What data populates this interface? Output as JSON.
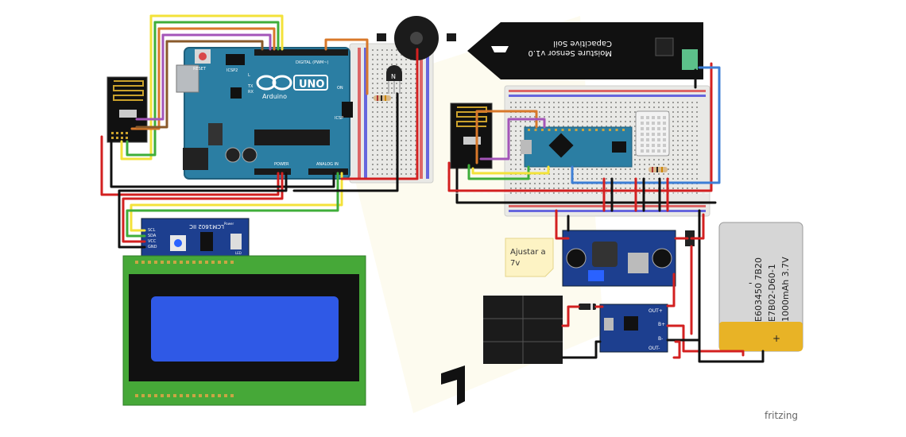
{
  "arduino": {
    "brand": "Arduino",
    "model": "UNO",
    "reset_label": "RESET",
    "icsp2_label": "ICSP2",
    "icsp_label": "ICSP",
    "digital_label": "DIGITAL (PWM~)",
    "power_label": "POWER",
    "analog_label": "ANALOG IN",
    "tx_label": "TX",
    "rx_label": "RX",
    "l_label": "L",
    "on_label": "ON"
  },
  "lcd_module": {
    "chip_label": "LCM1602 IIC",
    "pins": [
      "SCL",
      "SDA",
      "VCC",
      "GND"
    ],
    "led_label": "LED",
    "power_label": "Power"
  },
  "transistor": {
    "label": "N"
  },
  "moisture_sensor": {
    "line1": "Capacitive Soil",
    "line2": "Moisture Sensor v1.0"
  },
  "note": {
    "line1": "Ajustar a",
    "line2": "7v"
  },
  "battery": {
    "line1": "E603450 7B20",
    "line2": "E7B02-D60-1",
    "line3": "1000mAh 3.7V",
    "minus": "-",
    "plus": "+"
  },
  "charger": {
    "out_plus": "OUT+",
    "out_minus": "OUT-",
    "b_plus": "B+",
    "b_minus": "B-"
  },
  "watermark": {
    "text": "fritzing"
  },
  "colors": {
    "board_blue": "#2b7ea3",
    "breadboard": "#e9e9e6",
    "wire_red": "#d32020",
    "wire_black": "#111111",
    "wire_yellow": "#f3e23a",
    "wire_green": "#3fae3a",
    "wire_orange": "#d8782a",
    "wire_purple": "#a455b8",
    "wire_brown": "#8a5a2b",
    "wire_blue": "#3d7fd6",
    "lcd_green": "#46a838",
    "lcd_screen": "#2f59e6",
    "note_yellow": "#fdf3c4"
  }
}
